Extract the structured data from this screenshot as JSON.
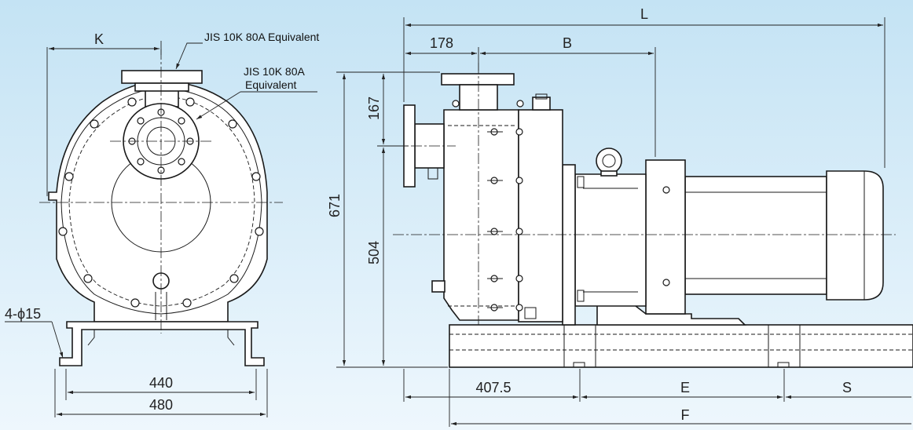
{
  "background": {
    "top_color": "#c4e3f4",
    "bottom_color": "#eef7fd"
  },
  "front_view": {
    "dim_k": "K",
    "note_outlet": "JIS 10K 80A Equivalent",
    "note_inlet_line1": "JIS 10K 80A",
    "note_inlet_line2": "Equivalent",
    "note_holes": "4-ϕ15",
    "dim_base_inner": "440",
    "dim_base_outer": "480"
  },
  "side_view": {
    "dim_l": "L",
    "dim_178": "178",
    "dim_b": "B",
    "dim_167": "167",
    "dim_671": "671",
    "dim_504": "504",
    "dim_407_5": "407.5",
    "dim_e": "E",
    "dim_s": "S",
    "dim_f": "F"
  }
}
